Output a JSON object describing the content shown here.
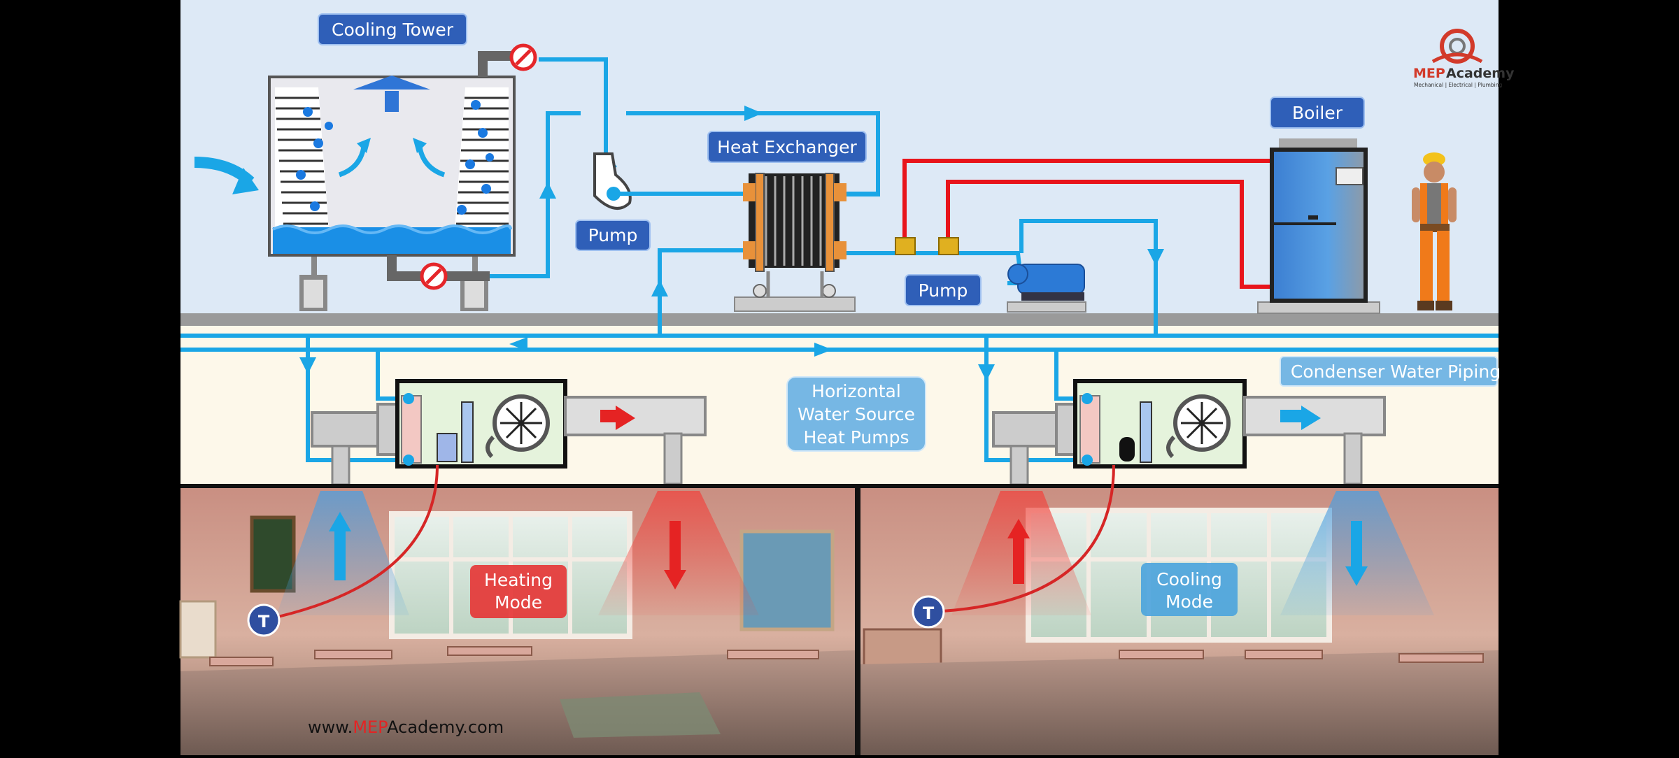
{
  "labels": {
    "cooling_tower": "Cooling Tower",
    "pump_left": "Pump",
    "heat_exchanger": "Heat Exchanger",
    "pump_right": "Pump",
    "boiler": "Boiler",
    "hwshp_line1": "Horizontal",
    "hwshp_line2": "Water Source",
    "hwshp_line3": "Heat Pumps",
    "condenser_piping": "Condenser Water Piping",
    "heating_line1": "Heating",
    "heating_line2": "Mode",
    "cooling_line1": "Cooling",
    "cooling_line2": "Mode",
    "thermostat_left": "T",
    "thermostat_right": "T"
  },
  "logo": {
    "brand_mep": "MEP",
    "brand_academy": "Academy",
    "tagline": "Mechanical | Electrical | Plumbing"
  },
  "website": {
    "prefix": "www.",
    "brand": "MEP",
    "suffix": "Academy.com"
  },
  "colors": {
    "water_pipe": "#1aa6e6",
    "hot_pipe": "#e8141b",
    "label_blue": "#2f5fb8",
    "heating_red": "#e53434",
    "cooling_blue": "#4aa3dd"
  }
}
